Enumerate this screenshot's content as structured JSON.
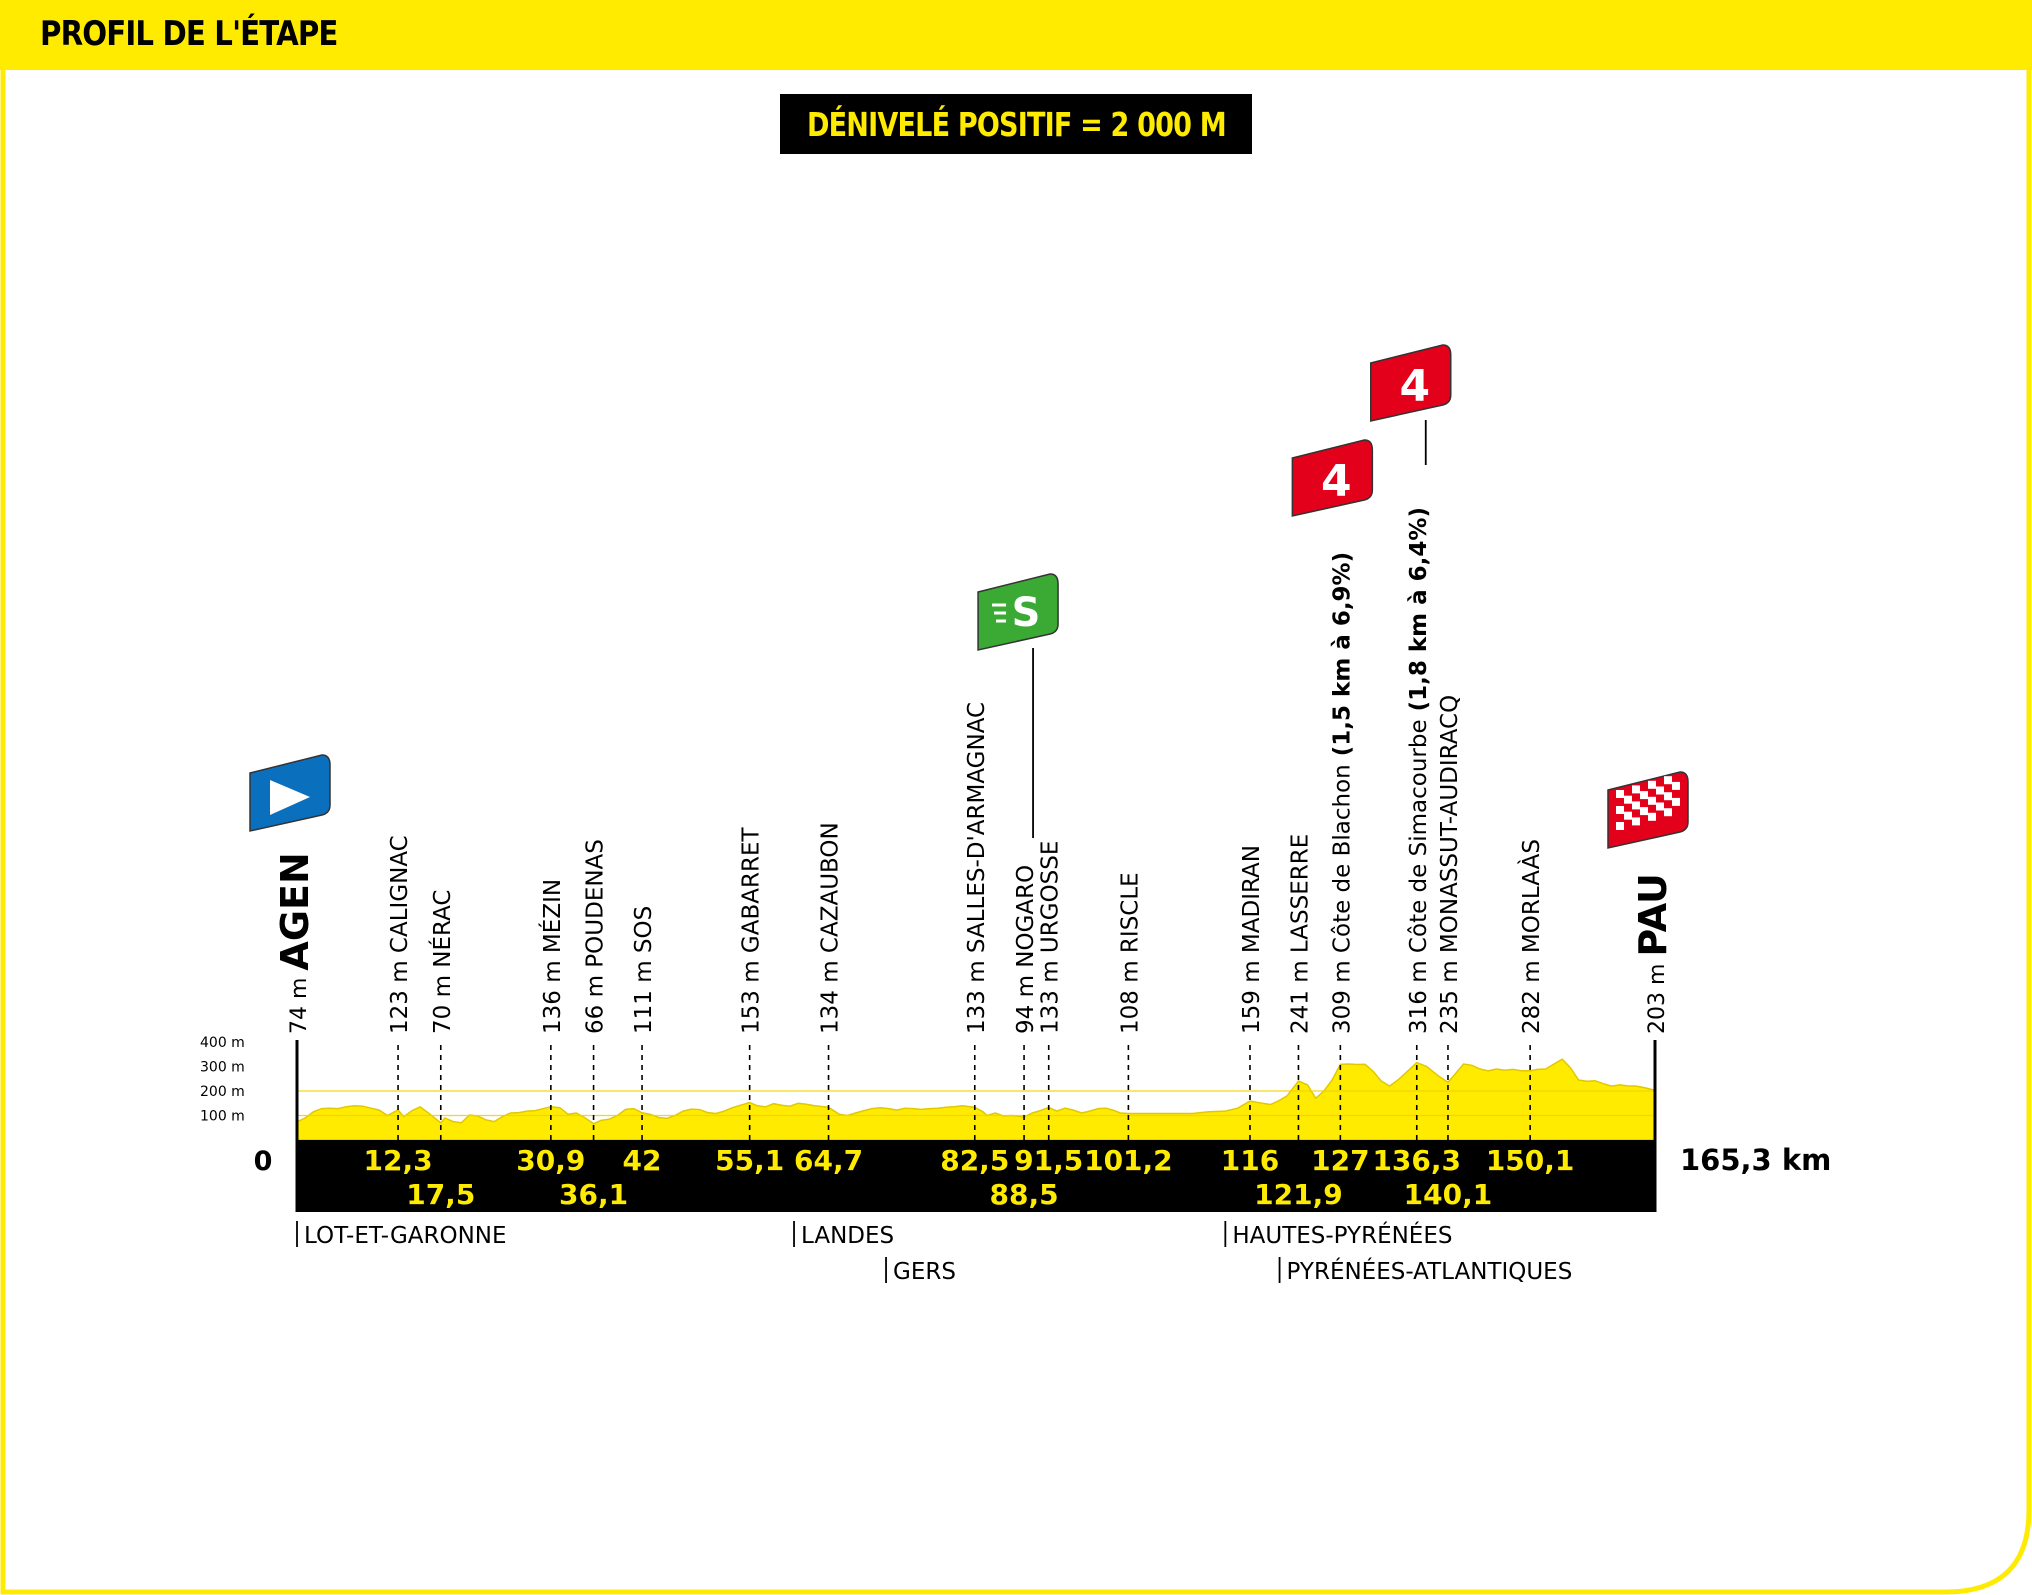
{
  "header": {
    "title": "PROFIL DE L'ÉTAPE",
    "elevation_badge": "DÉNIVELÉ POSITIF = 2 000 M"
  },
  "colors": {
    "brand_yellow": "#ffeb00",
    "profile_fill": "#ffeb00",
    "band_black": "#000000",
    "start_blue": "#0a6fbd",
    "sprint_green": "#3aaa35",
    "climb_red": "#e2001a"
  },
  "chart_data": {
    "type": "area",
    "xlim": [
      0,
      165.3
    ],
    "ylim": [
      0,
      400
    ],
    "y_ticks": [
      {
        "value": 100,
        "label": "100 m"
      },
      {
        "value": 200,
        "label": "200 m"
      },
      {
        "value": 300,
        "label": "300 m"
      },
      {
        "value": 400,
        "label": "400 m"
      }
    ],
    "start_label": "0",
    "end_label": "165,3 km",
    "profile": [
      [
        0,
        74
      ],
      [
        1,
        90
      ],
      [
        2,
        115
      ],
      [
        3,
        128
      ],
      [
        4,
        130
      ],
      [
        5,
        128
      ],
      [
        6,
        136
      ],
      [
        7,
        140
      ],
      [
        8,
        138
      ],
      [
        9,
        130
      ],
      [
        10,
        122
      ],
      [
        11,
        100
      ],
      [
        12.3,
        123
      ],
      [
        13,
        95
      ],
      [
        14,
        120
      ],
      [
        15,
        135
      ],
      [
        16,
        110
      ],
      [
        17.5,
        70
      ],
      [
        18,
        90
      ],
      [
        19,
        75
      ],
      [
        20,
        70
      ],
      [
        21,
        102
      ],
      [
        22,
        98
      ],
      [
        23,
        82
      ],
      [
        24,
        75
      ],
      [
        25,
        95
      ],
      [
        26,
        110
      ],
      [
        27,
        112
      ],
      [
        28,
        118
      ],
      [
        29,
        120
      ],
      [
        30.9,
        136
      ],
      [
        32,
        132
      ],
      [
        33,
        105
      ],
      [
        34,
        110
      ],
      [
        35,
        92
      ],
      [
        36.1,
        66
      ],
      [
        37,
        80
      ],
      [
        38,
        85
      ],
      [
        39,
        100
      ],
      [
        40,
        125
      ],
      [
        41,
        128
      ],
      [
        42,
        111
      ],
      [
        43,
        105
      ],
      [
        44,
        92
      ],
      [
        45,
        88
      ],
      [
        46,
        100
      ],
      [
        47,
        118
      ],
      [
        48,
        126
      ],
      [
        49,
        124
      ],
      [
        50,
        112
      ],
      [
        51,
        108
      ],
      [
        52,
        118
      ],
      [
        53,
        132
      ],
      [
        54,
        142
      ],
      [
        55.1,
        153
      ],
      [
        56,
        140
      ],
      [
        57,
        135
      ],
      [
        58,
        148
      ],
      [
        59,
        142
      ],
      [
        60,
        138
      ],
      [
        61,
        150
      ],
      [
        62,
        146
      ],
      [
        63,
        140
      ],
      [
        64.7,
        134
      ],
      [
        66,
        105
      ],
      [
        67,
        100
      ],
      [
        68,
        110
      ],
      [
        69,
        120
      ],
      [
        70,
        128
      ],
      [
        71,
        132
      ],
      [
        72,
        128
      ],
      [
        73,
        122
      ],
      [
        74,
        130
      ],
      [
        75,
        128
      ],
      [
        76,
        125
      ],
      [
        77,
        128
      ],
      [
        78,
        130
      ],
      [
        79,
        134
      ],
      [
        80,
        136
      ],
      [
        81,
        140
      ],
      [
        82.5,
        133
      ],
      [
        83.5,
        115
      ],
      [
        84,
        100
      ],
      [
        85,
        110
      ],
      [
        86,
        98
      ],
      [
        87,
        100
      ],
      [
        88.5,
        94
      ],
      [
        89.5,
        110
      ],
      [
        90.5,
        120
      ],
      [
        91.5,
        133
      ],
      [
        92.5,
        118
      ],
      [
        93.5,
        130
      ],
      [
        94.5,
        122
      ],
      [
        95.5,
        110
      ],
      [
        96.5,
        118
      ],
      [
        97.5,
        128
      ],
      [
        98.5,
        130
      ],
      [
        99.5,
        120
      ],
      [
        100.2,
        110
      ],
      [
        101.2,
        108
      ],
      [
        103,
        108
      ],
      [
        106,
        108
      ],
      [
        109,
        108
      ],
      [
        111,
        115
      ],
      [
        113,
        118
      ],
      [
        114.5,
        130
      ],
      [
        116,
        159
      ],
      [
        117.5,
        150
      ],
      [
        118.5,
        145
      ],
      [
        119.5,
        160
      ],
      [
        120.5,
        180
      ],
      [
        121.9,
        241
      ],
      [
        123,
        225
      ],
      [
        124,
        170
      ],
      [
        125,
        200
      ],
      [
        126,
        245
      ],
      [
        127,
        309
      ],
      [
        128,
        310
      ],
      [
        129,
        308
      ],
      [
        130,
        309
      ],
      [
        131,
        280
      ],
      [
        132,
        240
      ],
      [
        133,
        220
      ],
      [
        134,
        245
      ],
      [
        135,
        275
      ],
      [
        136.3,
        316
      ],
      [
        137.5,
        300
      ],
      [
        139,
        260
      ],
      [
        140.1,
        235
      ],
      [
        141,
        270
      ],
      [
        142,
        310
      ],
      [
        143,
        305
      ],
      [
        144,
        290
      ],
      [
        145,
        282
      ],
      [
        146,
        290
      ],
      [
        147,
        285
      ],
      [
        148,
        288
      ],
      [
        149,
        283
      ],
      [
        150.1,
        282
      ],
      [
        151,
        288
      ],
      [
        152,
        290
      ],
      [
        153,
        310
      ],
      [
        154,
        330
      ],
      [
        155,
        295
      ],
      [
        156,
        245
      ],
      [
        157,
        240
      ],
      [
        158,
        242
      ],
      [
        159,
        230
      ],
      [
        160,
        220
      ],
      [
        161,
        225
      ],
      [
        162,
        221
      ],
      [
        163,
        220
      ],
      [
        164,
        214
      ],
      [
        165.3,
        203
      ]
    ],
    "waypoints": [
      {
        "km": 0,
        "alt": "74 m",
        "name": "AGEN",
        "type": "start"
      },
      {
        "km": 12.3,
        "alt": "123 m",
        "name": "CALIGNAC",
        "km_label": "12,3",
        "row": 1
      },
      {
        "km": 17.5,
        "alt": "70 m",
        "name": "NÉRAC",
        "km_label": "17,5",
        "row": 2
      },
      {
        "km": 30.9,
        "alt": "136 m",
        "name": "MÉZIN",
        "km_label": "30,9",
        "row": 1
      },
      {
        "km": 36.1,
        "alt": "66 m",
        "name": "POUDENAS",
        "km_label": "36,1",
        "row": 2
      },
      {
        "km": 42,
        "alt": "111 m",
        "name": "SOS",
        "km_label": "42",
        "row": 1
      },
      {
        "km": 55.1,
        "alt": "153 m",
        "name": "GABARRET",
        "km_label": "55,1",
        "row": 1
      },
      {
        "km": 64.7,
        "alt": "134 m",
        "name": "CAZAUBON",
        "km_label": "64,7",
        "row": 1
      },
      {
        "km": 82.5,
        "alt": "133 m",
        "name": "SALLES-D'ARMAGNAC",
        "km_label": "82,5",
        "row": 1
      },
      {
        "km": 88.5,
        "alt": "94 m",
        "name": "NOGARO",
        "km_label": "88,5",
        "row": 2,
        "type": "sprint"
      },
      {
        "km": 91.5,
        "alt": "133 m",
        "name": "URGOSSE",
        "km_label": "91,5",
        "row": 1
      },
      {
        "km": 101.2,
        "alt": "108 m",
        "name": "RISCLE",
        "km_label": "101,2",
        "row": 1
      },
      {
        "km": 116,
        "alt": "159 m",
        "name": "MADIRAN",
        "km_label": "116",
        "row": 1
      },
      {
        "km": 121.9,
        "alt": "241 m",
        "name": "LASSERRE",
        "km_label": "121,9",
        "row": 2
      },
      {
        "km": 127,
        "alt": "309 m",
        "name": "Côte de Blachon",
        "climb": "(1,5 km à 6,9%)",
        "km_label": "127",
        "row": 1,
        "type": "climb",
        "category": "4"
      },
      {
        "km": 136.3,
        "alt": "316 m",
        "name": "Côte de Simacourbe",
        "climb": "(1,8 km à 6,4%)",
        "km_label": "136,3",
        "row": 1,
        "type": "climb",
        "category": "4"
      },
      {
        "km": 140.1,
        "alt": "235 m",
        "name": "MONASSUT-AUDIRACQ",
        "km_label": "140,1",
        "row": 2
      },
      {
        "km": 150.1,
        "alt": "282 m",
        "name": "MORLAÀS",
        "km_label": "150,1",
        "row": 1
      },
      {
        "km": 165.3,
        "alt": "203 m",
        "name": "PAU",
        "type": "finish"
      }
    ],
    "sprint_symbol": "S",
    "departments": [
      {
        "name": "LOT-ET-GARONNE",
        "km": 0,
        "row": 1
      },
      {
        "name": "LANDES",
        "km": 60.5,
        "row": 1
      },
      {
        "name": "GERS",
        "km": 71.7,
        "row": 2
      },
      {
        "name": "HAUTES-PYRÉNÉES",
        "km": 113,
        "row": 1
      },
      {
        "name": "PYRÉNÉES-ATLANTIQUES",
        "km": 119.6,
        "row": 2
      }
    ]
  }
}
